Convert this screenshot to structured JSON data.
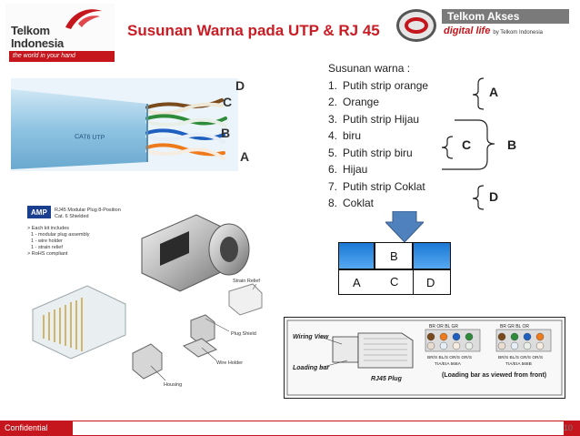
{
  "header": {
    "title": "Susunan  Warna pada UTP & RJ 45",
    "telkom_logo": {
      "line1": "Telkom",
      "line2": "Indonesia",
      "tagline": "the world in your hand"
    },
    "akses_logo": {
      "name": "Telkom Akses",
      "tagline": "digital life",
      "by": "by Telkom Indonesia"
    }
  },
  "cable": {
    "labels": {
      "d": "D",
      "c": "C",
      "b": "B",
      "a": "A"
    },
    "print": "CAT6 UTP"
  },
  "color_list": {
    "heading": "Susunan warna :",
    "items": [
      {
        "num": "1.",
        "text": "Putih strip orange"
      },
      {
        "num": "2.",
        "text": "Orange"
      },
      {
        "num": "3.",
        "text": "Putih strip Hijau"
      },
      {
        "num": "4.",
        "text": "biru"
      },
      {
        "num": "5.",
        "text": "Putih strip biru"
      },
      {
        "num": "6.",
        "text": "Hijau"
      },
      {
        "num": "7.",
        "text": "Putih strip Coklat"
      },
      {
        "num": "8.",
        "text": "Coklat"
      }
    ],
    "groups": {
      "a": "A",
      "b": "B",
      "c": "C",
      "d": "D"
    }
  },
  "plug": {
    "title": "RJ45 Modular Plug 8-Position",
    "subtitle": "Cat. 6 Shielded",
    "kit_heading": "> Each kit includes",
    "kit_items": [
      "1 - modular plug assembly",
      "1 - wire holder",
      "1 - strain relief",
      "> RoHS compliant"
    ],
    "brand": "AMP",
    "callouts": {
      "strain_relief": "Strain Relief",
      "plug_shield": "Plug Shield",
      "wire_holder": "Wire Holder",
      "housing": "Housing"
    }
  },
  "jack": {
    "a": "A",
    "b": "B",
    "c": "C",
    "d": "D"
  },
  "wiring": {
    "wiring_view": "Wiring View",
    "loading_bar": "Loading bar",
    "rj45_plug": "RJ45 Plug",
    "left_header": "BR OR BL GR",
    "left_bottom": "BR/S BL/S OR/S GR/S",
    "left_std": "TIA/EIA 568A",
    "right_header": "BR GR BL OR",
    "right_bottom": "BR/S BL/S GR/S OR/S",
    "right_std": "TIA/EIA 568B",
    "caption": "(Loading bar as viewed from front)"
  },
  "footer": {
    "label": "Confidential",
    "page": "10"
  },
  "colors": {
    "accent": "#c81d25",
    "footer": "#c4161c",
    "cable": "#a9d3ea",
    "jack_blue": "#1a78d4"
  }
}
